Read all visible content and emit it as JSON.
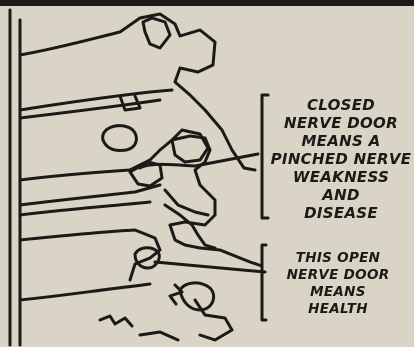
{
  "diagram": {
    "labels": {
      "closed": [
        "CLOSED",
        "NERVE DOOR",
        "MEANS A",
        "PINCHED NERVE",
        "WEAKNESS",
        "AND",
        "DISEASE"
      ],
      "open": [
        "THIS OPEN",
        "NERVE DOOR",
        "MEANS",
        "HEALTH"
      ]
    },
    "colors": {
      "paper": "#d9d4c5",
      "ink": "#1c1a17"
    }
  }
}
